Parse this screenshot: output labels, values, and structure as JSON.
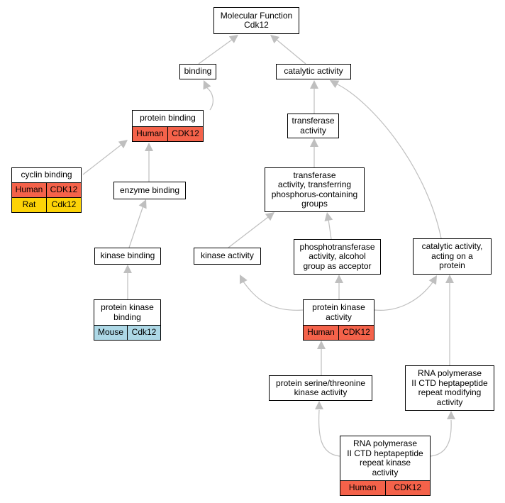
{
  "diagram": {
    "colors": {
      "edge": "#bfbfbf",
      "human": "#f4624a",
      "rat": "#fcd307",
      "mouse": "#add8e6"
    },
    "nodes": {
      "mf": {
        "title": "Molecular Function\nCdk12"
      },
      "bind": {
        "title": "binding"
      },
      "cat": {
        "title": "catalytic activity"
      },
      "pb": {
        "title": "protein binding",
        "rows": [
          {
            "species": "Human",
            "gene": "CDK12",
            "color": "human"
          }
        ]
      },
      "trans": {
        "title": "transferase\nactivity"
      },
      "cyc": {
        "title": "cyclin binding",
        "rows": [
          {
            "species": "Human",
            "gene": "CDK12",
            "color": "human"
          },
          {
            "species": "Rat",
            "gene": "Cdk12",
            "color": "rat"
          }
        ]
      },
      "enz": {
        "title": "enzyme binding"
      },
      "tphos": {
        "title": "transferase\nactivity, transferring\nphosphorus-containing\ngroups"
      },
      "kb": {
        "title": "kinase binding"
      },
      "ka": {
        "title": "kinase activity"
      },
      "phos": {
        "title": "phosphotransferase\nactivity, alcohol\ngroup as acceptor"
      },
      "cap": {
        "title": "catalytic activity,\nacting on a\nprotein"
      },
      "pkb": {
        "title": "protein kinase\nbinding",
        "rows": [
          {
            "species": "Mouse",
            "gene": "Cdk12",
            "color": "mouse"
          }
        ]
      },
      "pka": {
        "title": "protein kinase\nactivity",
        "rows": [
          {
            "species": "Human",
            "gene": "CDK12",
            "color": "human"
          }
        ]
      },
      "pst": {
        "title": "protein serine/threonine\nkinase activity"
      },
      "rnam": {
        "title": "RNA polymerase\nII CTD heptapeptide\nrepeat modifying\nactivity"
      },
      "rnak": {
        "title": "RNA polymerase\nII CTD heptapeptide\nrepeat kinase\nactivity",
        "rows": [
          {
            "species": "Human",
            "gene": "CDK12",
            "color": "human"
          }
        ]
      }
    }
  }
}
